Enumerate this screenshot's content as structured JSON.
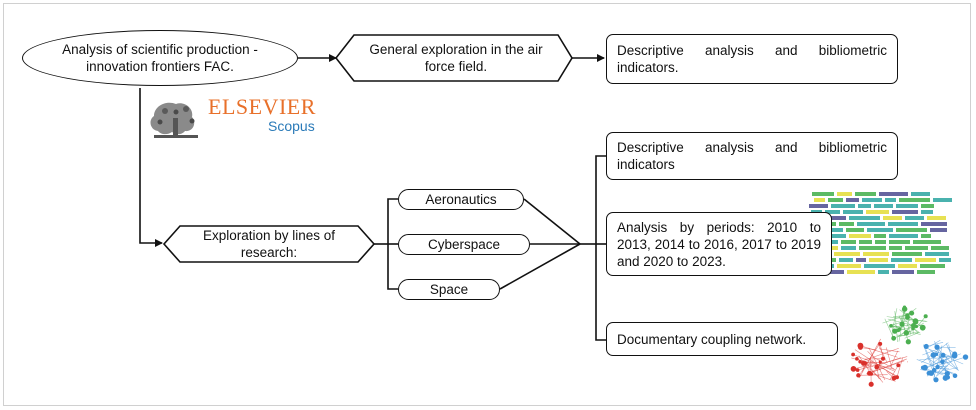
{
  "nodes": {
    "start": "Analysis of scientific production - innovation frontiers FAC.",
    "general": "General exploration in the air force field.",
    "descriptive_top": "Descriptive analysis and bibliometric indicators.",
    "exploration_lines": "Exploration by lines of research:",
    "aeronautics": "Aeronautics",
    "cyberspace": "Cyberspace",
    "space": "Space",
    "descriptive_mid": "Descriptive analysis and bibliometric indicators",
    "periods": "Analysis by periods: 2010 to 2013, 2014 to 2016, 2017 to 2019 and 2020 to 2023.",
    "coupling": "Documentary coupling network."
  },
  "logo": {
    "publisher": "ELSEVIER",
    "database": "Scopus",
    "publisher_color": "#e8702a",
    "database_color": "#2a7ab8"
  },
  "colors": {
    "stroke": "#111111",
    "network_red": "#d9302b",
    "network_green": "#4caf50",
    "network_blue": "#3b8fd6",
    "heat_green": "#3fae49",
    "heat_teal": "#2aa5a0",
    "heat_yellow": "#e3dc35",
    "heat_purple": "#4b4a8f"
  }
}
